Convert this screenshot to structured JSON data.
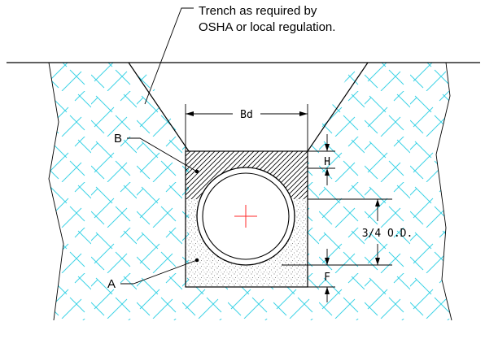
{
  "callout": {
    "line1": "Trench as required by",
    "line2": "OSHA or local regulation."
  },
  "labels": {
    "bd": "Bd",
    "h": "H",
    "od": "3/4  O.D.",
    "f": "F",
    "a": "A",
    "b": "B"
  },
  "colors": {
    "soil_hatch": "#3fd3e6",
    "centerline": "#ff2a2a",
    "line": "#000000"
  },
  "icons": {
    "pipe_center": "plus-crosshair"
  }
}
